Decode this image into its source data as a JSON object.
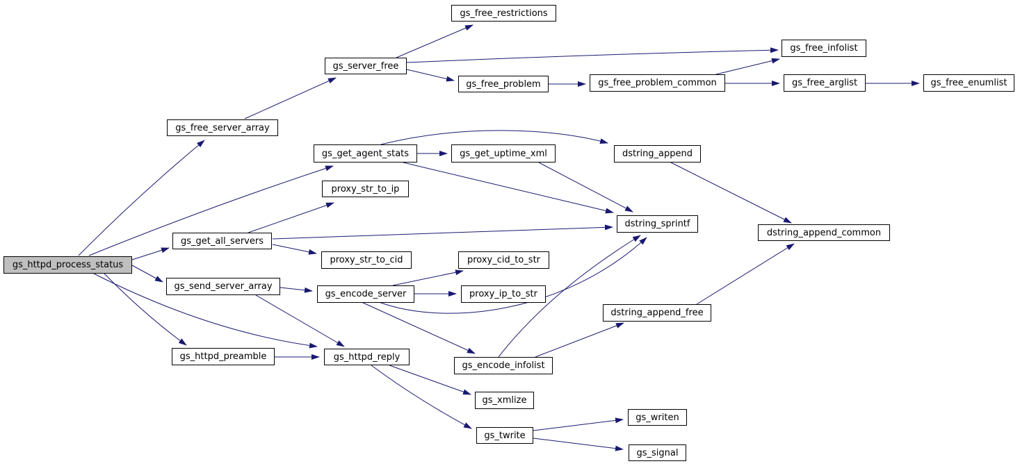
{
  "diagram": {
    "type": "call-graph",
    "root": "gs_httpd_process_status",
    "colors": {
      "background": "#ffffff",
      "node_fill": "#ffffff",
      "node_border": "#000000",
      "root_node_fill": "#bfbfbf",
      "edge": "#191970",
      "text": "#000000"
    },
    "nodes": [
      {
        "label": "gs_httpd_process_status",
        "root": true
      },
      {
        "label": "gs_free_server_array"
      },
      {
        "label": "gs_server_free"
      },
      {
        "label": "gs_free_restrictions"
      },
      {
        "label": "gs_free_problem"
      },
      {
        "label": "gs_free_problem_common"
      },
      {
        "label": "gs_free_infolist"
      },
      {
        "label": "gs_free_arglist"
      },
      {
        "label": "gs_free_enumlist"
      },
      {
        "label": "gs_get_agent_stats"
      },
      {
        "label": "gs_get_uptime_xml"
      },
      {
        "label": "dstring_append"
      },
      {
        "label": "proxy_str_to_ip"
      },
      {
        "label": "dstring_sprintf"
      },
      {
        "label": "dstring_append_common"
      },
      {
        "label": "gs_get_all_servers"
      },
      {
        "label": "proxy_str_to_cid"
      },
      {
        "label": "proxy_cid_to_str"
      },
      {
        "label": "gs_send_server_array"
      },
      {
        "label": "gs_encode_server"
      },
      {
        "label": "proxy_ip_to_str"
      },
      {
        "label": "dstring_append_free"
      },
      {
        "label": "gs_httpd_preamble"
      },
      {
        "label": "gs_httpd_reply"
      },
      {
        "label": "gs_encode_infolist"
      },
      {
        "label": "gs_xmlize"
      },
      {
        "label": "gs_twrite"
      },
      {
        "label": "gs_writen"
      },
      {
        "label": "gs_signal"
      }
    ],
    "edges": [
      {
        "from": "gs_httpd_process_status",
        "to": "gs_free_server_array"
      },
      {
        "from": "gs_httpd_process_status",
        "to": "gs_get_agent_stats"
      },
      {
        "from": "gs_httpd_process_status",
        "to": "gs_get_all_servers"
      },
      {
        "from": "gs_httpd_process_status",
        "to": "gs_send_server_array"
      },
      {
        "from": "gs_httpd_process_status",
        "to": "gs_httpd_preamble"
      },
      {
        "from": "gs_httpd_process_status",
        "to": "gs_httpd_reply"
      },
      {
        "from": "gs_free_server_array",
        "to": "gs_server_free"
      },
      {
        "from": "gs_server_free",
        "to": "gs_free_restrictions"
      },
      {
        "from": "gs_server_free",
        "to": "gs_free_infolist"
      },
      {
        "from": "gs_server_free",
        "to": "gs_free_problem"
      },
      {
        "from": "gs_free_problem",
        "to": "gs_free_problem_common"
      },
      {
        "from": "gs_free_problem_common",
        "to": "gs_free_infolist"
      },
      {
        "from": "gs_free_problem_common",
        "to": "gs_free_arglist"
      },
      {
        "from": "gs_free_arglist",
        "to": "gs_free_enumlist"
      },
      {
        "from": "gs_get_agent_stats",
        "to": "gs_get_uptime_xml"
      },
      {
        "from": "gs_get_agent_stats",
        "to": "dstring_append"
      },
      {
        "from": "gs_get_agent_stats",
        "to": "dstring_sprintf"
      },
      {
        "from": "gs_get_uptime_xml",
        "to": "dstring_sprintf"
      },
      {
        "from": "dstring_append",
        "to": "dstring_append_common"
      },
      {
        "from": "gs_get_all_servers",
        "to": "proxy_str_to_ip"
      },
      {
        "from": "gs_get_all_servers",
        "to": "proxy_str_to_cid"
      },
      {
        "from": "gs_get_all_servers",
        "to": "dstring_sprintf"
      },
      {
        "from": "gs_send_server_array",
        "to": "gs_encode_server"
      },
      {
        "from": "gs_send_server_array",
        "to": "gs_httpd_reply"
      },
      {
        "from": "gs_encode_server",
        "to": "proxy_cid_to_str"
      },
      {
        "from": "gs_encode_server",
        "to": "proxy_ip_to_str"
      },
      {
        "from": "gs_encode_server",
        "to": "gs_encode_infolist"
      },
      {
        "from": "gs_encode_server",
        "to": "dstring_sprintf"
      },
      {
        "from": "gs_encode_infolist",
        "to": "dstring_sprintf"
      },
      {
        "from": "gs_encode_infolist",
        "to": "dstring_append_free"
      },
      {
        "from": "dstring_append_free",
        "to": "dstring_append_common"
      },
      {
        "from": "gs_httpd_preamble",
        "to": "gs_httpd_reply"
      },
      {
        "from": "gs_httpd_reply",
        "to": "gs_xmlize"
      },
      {
        "from": "gs_httpd_reply",
        "to": "gs_twrite"
      },
      {
        "from": "gs_twrite",
        "to": "gs_writen"
      },
      {
        "from": "gs_twrite",
        "to": "gs_signal"
      }
    ]
  }
}
